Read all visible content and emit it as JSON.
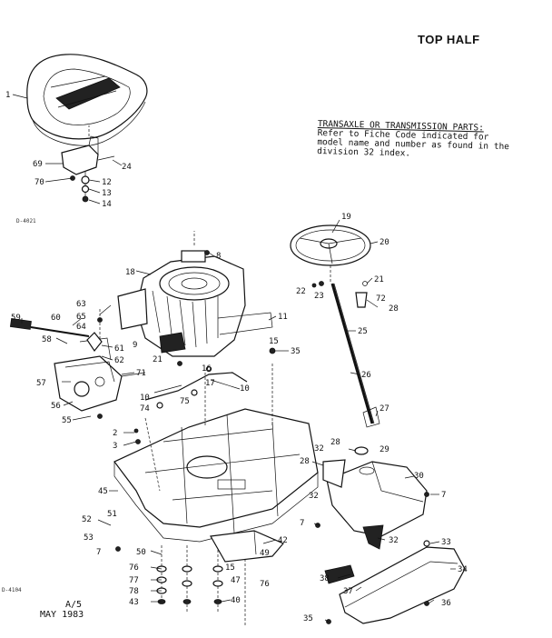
{
  "page": {
    "title": "TOP HALF",
    "note_heading": "TRANSAXLE OR TRANSMISSION PARTS:",
    "note_lines": [
      "Refer to Fiche Code indicated for",
      "model name and number as found in the",
      "division 32 index."
    ],
    "ref_code_upper": "D-4021",
    "ref_code_lower": "D-4104",
    "footer_page": "A/5",
    "footer_date": "MAY 1983"
  },
  "callouts": [
    {
      "id": "c1",
      "label": "1"
    },
    {
      "id": "c69",
      "label": "69"
    },
    {
      "id": "c24",
      "label": "24"
    },
    {
      "id": "c70",
      "label": "70"
    },
    {
      "id": "c12",
      "label": "12"
    },
    {
      "id": "c13",
      "label": "13"
    },
    {
      "id": "c14",
      "label": "14"
    },
    {
      "id": "c19",
      "label": "19"
    },
    {
      "id": "c20",
      "label": "20"
    },
    {
      "id": "c8",
      "label": "8"
    },
    {
      "id": "c18",
      "label": "18"
    },
    {
      "id": "c21a",
      "label": "21"
    },
    {
      "id": "c22",
      "label": "22"
    },
    {
      "id": "c23",
      "label": "23"
    },
    {
      "id": "c72",
      "label": "72"
    },
    {
      "id": "c28",
      "label": "28"
    },
    {
      "id": "c63",
      "label": "63"
    },
    {
      "id": "c65",
      "label": "65"
    },
    {
      "id": "c64",
      "label": "64"
    },
    {
      "id": "c11",
      "label": "11"
    },
    {
      "id": "c25",
      "label": "25"
    },
    {
      "id": "c59",
      "label": "59"
    },
    {
      "id": "c60",
      "label": "60"
    },
    {
      "id": "c58",
      "label": "58"
    },
    {
      "id": "c61",
      "label": "61"
    },
    {
      "id": "c62",
      "label": "62"
    },
    {
      "id": "c9",
      "label": "9"
    },
    {
      "id": "c15a",
      "label": "15"
    },
    {
      "id": "c35a",
      "label": "35"
    },
    {
      "id": "c57",
      "label": "57"
    },
    {
      "id": "c71",
      "label": "71"
    },
    {
      "id": "c21b",
      "label": "21"
    },
    {
      "id": "c16",
      "label": "16"
    },
    {
      "id": "c17",
      "label": "17"
    },
    {
      "id": "c10a",
      "label": "10"
    },
    {
      "id": "c10b",
      "label": "10"
    },
    {
      "id": "c26",
      "label": "26"
    },
    {
      "id": "c56",
      "label": "56"
    },
    {
      "id": "c75",
      "label": "75"
    },
    {
      "id": "c74",
      "label": "74"
    },
    {
      "id": "c27",
      "label": "27"
    },
    {
      "id": "c55",
      "label": "55"
    },
    {
      "id": "c2",
      "label": "2"
    },
    {
      "id": "c3",
      "label": "3"
    },
    {
      "id": "c28b",
      "label": "28"
    },
    {
      "id": "c29",
      "label": "29"
    },
    {
      "id": "c32a",
      "label": "32"
    },
    {
      "id": "c28c",
      "label": "28"
    },
    {
      "id": "c30",
      "label": "30"
    },
    {
      "id": "c32b",
      "label": "32"
    },
    {
      "id": "c45",
      "label": "45"
    },
    {
      "id": "c7a",
      "label": "7"
    },
    {
      "id": "c52",
      "label": "52"
    },
    {
      "id": "c51",
      "label": "51"
    },
    {
      "id": "c7b",
      "label": "7"
    },
    {
      "id": "c53",
      "label": "53"
    },
    {
      "id": "c32c",
      "label": "32"
    },
    {
      "id": "c42",
      "label": "42"
    },
    {
      "id": "c33",
      "label": "33"
    },
    {
      "id": "c7c",
      "label": "7"
    },
    {
      "id": "c50",
      "label": "50"
    },
    {
      "id": "c34",
      "label": "34"
    },
    {
      "id": "c76a",
      "label": "76"
    },
    {
      "id": "c15b",
      "label": "15"
    },
    {
      "id": "c47",
      "label": "47"
    },
    {
      "id": "c76b",
      "label": "76"
    },
    {
      "id": "c38",
      "label": "38"
    },
    {
      "id": "c77",
      "label": "77"
    },
    {
      "id": "c78",
      "label": "78"
    },
    {
      "id": "c43",
      "label": "43"
    },
    {
      "id": "c40",
      "label": "40"
    },
    {
      "id": "c37",
      "label": "37"
    },
    {
      "id": "c36",
      "label": "36"
    },
    {
      "id": "c35b",
      "label": "35"
    },
    {
      "id": "c49",
      "label": "49"
    }
  ]
}
